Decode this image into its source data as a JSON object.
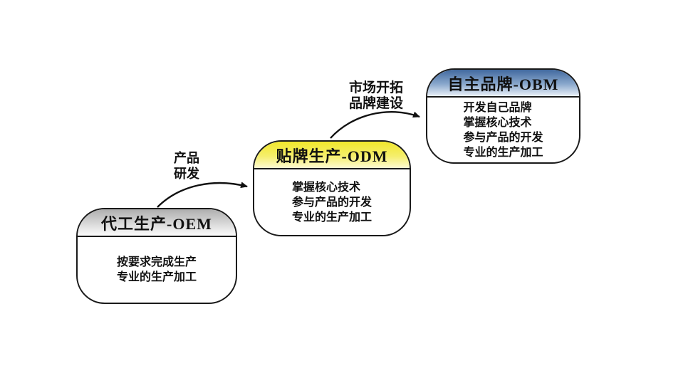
{
  "diagram": {
    "background_color": "#ffffff",
    "border_color": "#1a1a1a",
    "arrow_color": "#111111",
    "boxes": [
      {
        "id": "oem",
        "header": "代工生产-OEM",
        "header_gradient": [
          "#aeaeae",
          "#d9d9d9 55%",
          "#fbfbfb"
        ],
        "lines": [
          "按要求完成生产",
          "专业的生产加工"
        ]
      },
      {
        "id": "odm",
        "header": "贴牌生产-ODM",
        "header_gradient": [
          "#f1e72c",
          "#f5ee6c 55%",
          "#fdfad2"
        ],
        "lines": [
          "掌握核心技术",
          "参与产品的开发",
          "专业的生产加工"
        ]
      },
      {
        "id": "obm",
        "header": "自主品牌-OBM",
        "header_gradient": [
          "#41699f",
          "#8ba9cd 55%",
          "#eaf0f8"
        ],
        "lines": [
          "开发自己品牌",
          "掌握核心技术",
          "参与产品的开发",
          "专业的生产加工"
        ]
      }
    ],
    "arrows": [
      {
        "id": "oem-to-odm",
        "label_lines": [
          "产品",
          "研发"
        ]
      },
      {
        "id": "odm-to-obm",
        "label_lines": [
          "市场开拓",
          "品牌建设"
        ]
      }
    ]
  }
}
